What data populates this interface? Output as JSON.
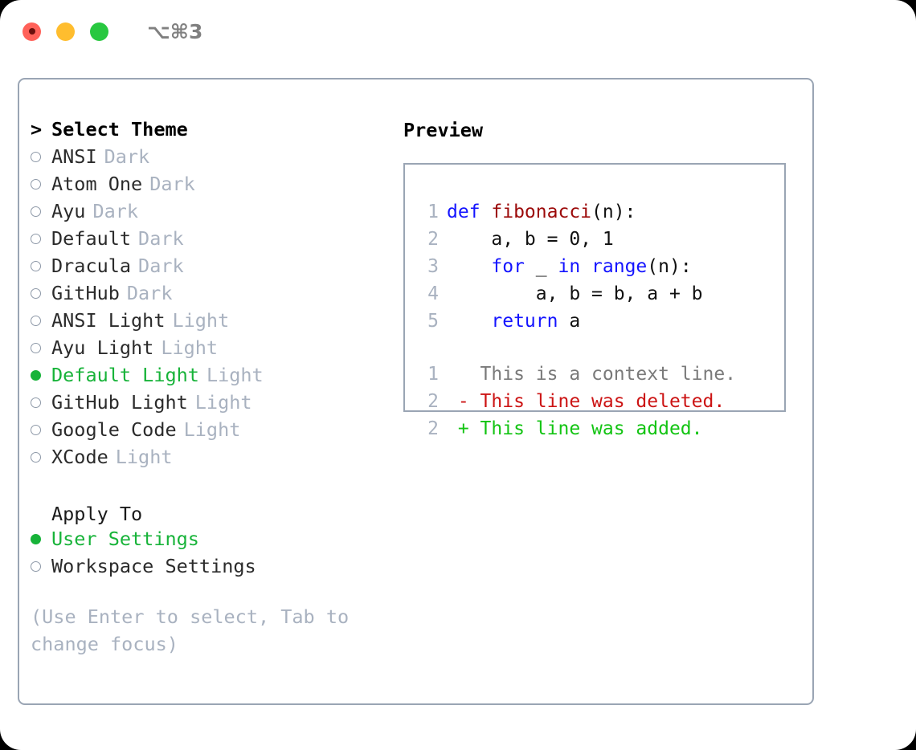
{
  "window": {
    "shortcut": "⌥⌘3",
    "traffic_lights": [
      {
        "name": "close",
        "color": "#ff6159"
      },
      {
        "name": "minimize",
        "color": "#ffbd2e"
      },
      {
        "name": "zoom",
        "color": "#28c840"
      }
    ]
  },
  "theme_picker": {
    "header_marker": ">",
    "header": "Select Theme",
    "items": [
      {
        "label": "ANSI",
        "suffix": "Dark",
        "selected": false
      },
      {
        "label": "Atom One",
        "suffix": "Dark",
        "selected": false
      },
      {
        "label": "Ayu",
        "suffix": "Dark",
        "selected": false
      },
      {
        "label": "Default",
        "suffix": "Dark",
        "selected": false
      },
      {
        "label": "Dracula",
        "suffix": "Dark",
        "selected": false
      },
      {
        "label": "GitHub",
        "suffix": "Dark",
        "selected": false
      },
      {
        "label": "ANSI Light",
        "suffix": "Light",
        "selected": false
      },
      {
        "label": "Ayu Light",
        "suffix": "Light",
        "selected": false
      },
      {
        "label": "Default Light",
        "suffix": "Light",
        "selected": true
      },
      {
        "label": "GitHub Light",
        "suffix": "Light",
        "selected": false
      },
      {
        "label": "Google Code",
        "suffix": "Light",
        "selected": false
      },
      {
        "label": "XCode",
        "suffix": "Light",
        "selected": false
      }
    ]
  },
  "apply_to": {
    "title": "Apply To",
    "options": [
      {
        "label": "User Settings",
        "selected": true
      },
      {
        "label": "Workspace Settings",
        "selected": false
      }
    ]
  },
  "help_text": "(Use Enter to select, Tab to change focus)",
  "preview": {
    "title": "Preview",
    "code_lines": [
      {
        "lineno": "1",
        "tokens": [
          {
            "t": "def ",
            "c": "kw"
          },
          {
            "t": "fibonacci",
            "c": "fn"
          },
          {
            "t": "(n):",
            "c": "plain"
          }
        ]
      },
      {
        "lineno": "2",
        "tokens": [
          {
            "t": "    a, b = 0, 1",
            "c": "plain"
          }
        ]
      },
      {
        "lineno": "3",
        "tokens": [
          {
            "t": "    for ",
            "c": "kw"
          },
          {
            "t": "_ ",
            "c": "plain"
          },
          {
            "t": "in ",
            "c": "kw"
          },
          {
            "t": "range",
            "c": "kw"
          },
          {
            "t": "(n):",
            "c": "plain"
          }
        ]
      },
      {
        "lineno": "4",
        "tokens": [
          {
            "t": "        a, b = b, a + b",
            "c": "plain"
          }
        ]
      },
      {
        "lineno": "5",
        "tokens": [
          {
            "t": "    return ",
            "c": "kw"
          },
          {
            "t": "a",
            "c": "plain"
          }
        ]
      }
    ],
    "diff_lines": [
      {
        "lineno": "1",
        "sign": "  ",
        "text": "This is a context line.",
        "kind": "ctx"
      },
      {
        "lineno": "2",
        "sign": "- ",
        "text": "This line was deleted.",
        "kind": "del"
      },
      {
        "lineno": "2",
        "sign": "+ ",
        "text": "This line was added.",
        "kind": "add"
      }
    ]
  },
  "colors": {
    "selected_green": "#17b339",
    "muted": "#a9b2c0",
    "border": "#9aa5b4",
    "keyword_blue": "#1414ff",
    "function_red": "#9c0a0a",
    "diff_delete": "#cc1414",
    "diff_add": "#13c413"
  }
}
